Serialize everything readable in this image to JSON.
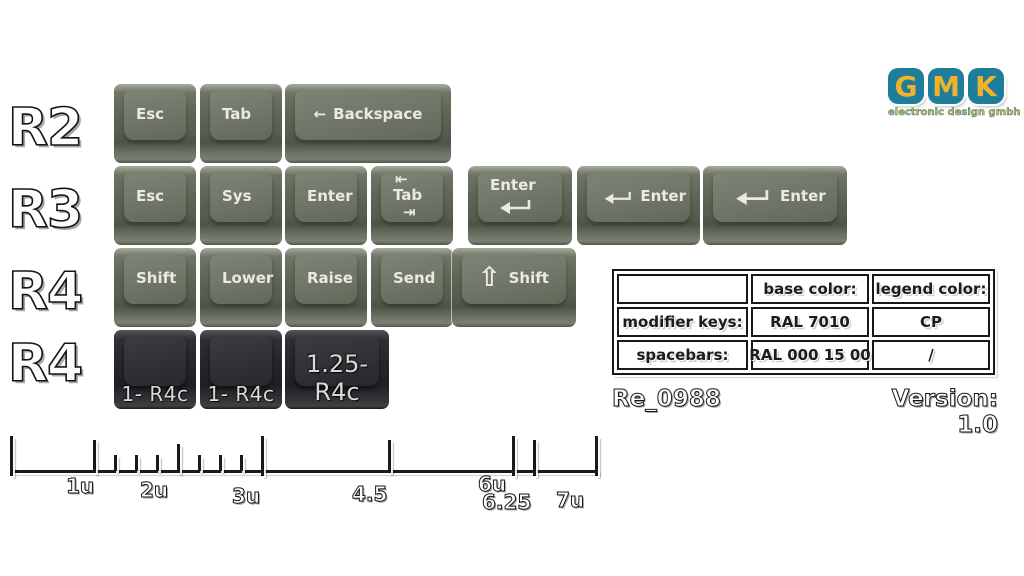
{
  "colors": {
    "background": "#ffffff",
    "modifier_base_ral7010": "#5d6356",
    "spacebar_base_ral0001500": "#28282c",
    "legend_cp": "#eceadf",
    "logo_teal": "#1f7d9c",
    "logo_yellow": "#efb229"
  },
  "row_labels": [
    "R2",
    "R3",
    "R4",
    "R4"
  ],
  "logo": {
    "letters": [
      "G",
      "M",
      "K"
    ],
    "subtitle": "electronic design gmbh"
  },
  "keys": {
    "r2": [
      {
        "label": "Esc"
      },
      {
        "label": "Tab"
      },
      {
        "icon": "←",
        "label": "Backspace"
      }
    ],
    "r3": [
      {
        "label": "Esc"
      },
      {
        "label": "Sys"
      },
      {
        "label": "Enter"
      },
      {
        "icon_top": "⇤",
        "label": "Tab",
        "icon_bottom": "⇥"
      },
      {
        "label": "Enter"
      },
      {
        "label": "Enter"
      },
      {
        "label": "Enter"
      }
    ],
    "r4": [
      {
        "label": "Shift"
      },
      {
        "label": "Lower"
      },
      {
        "label": "Raise"
      },
      {
        "label": "Send"
      },
      {
        "icon": "⇧",
        "label": "Shift"
      }
    ],
    "r4c": [
      {
        "annotation": "1- R4c"
      },
      {
        "annotation": "1- R4c"
      },
      {
        "annotation": "1.25-R4c"
      }
    ]
  },
  "table": {
    "headers": [
      "",
      "base color:",
      "legend color:"
    ],
    "rows": [
      [
        "modifier keys:",
        "RAL 7010",
        "CP"
      ],
      [
        "spacebars:",
        "RAL 000 15 00",
        "/"
      ]
    ]
  },
  "footer": {
    "revision": "Re_0988",
    "version": "Version: 1.0"
  },
  "ruler": {
    "labels": [
      "1u",
      "2u",
      "3u",
      "4.5",
      "6u",
      "6.25",
      "7u"
    ]
  }
}
